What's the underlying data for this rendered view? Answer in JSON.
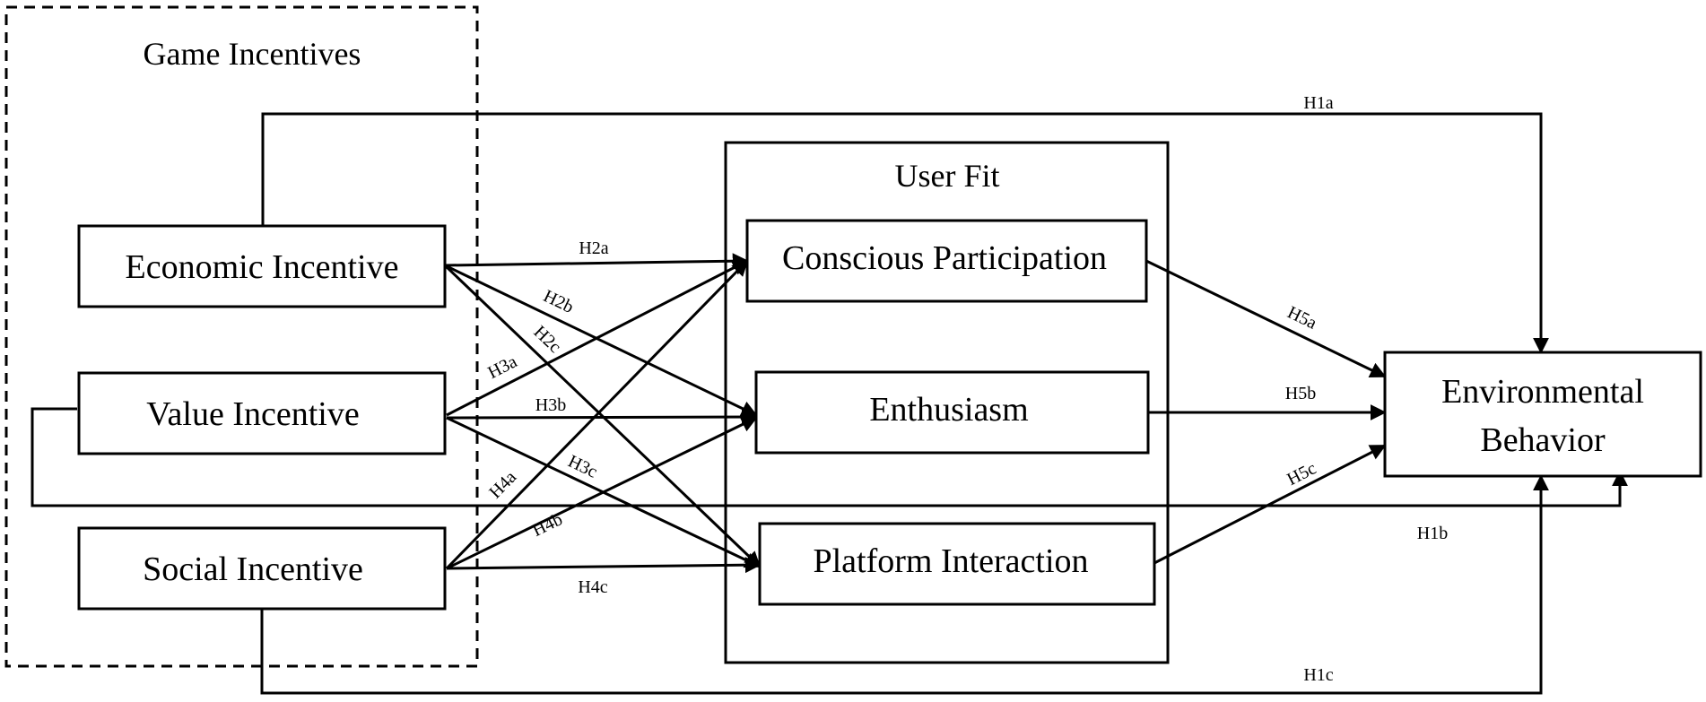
{
  "groups": {
    "game_incentives": "Game Incentives",
    "user_fit": "User Fit"
  },
  "nodes": {
    "economic": "Economic Incentive",
    "value": "Value Incentive",
    "social": "Social Incentive",
    "conscious": "Conscious Participation",
    "enthusiasm": "Enthusiasm",
    "platform": "Platform Interaction",
    "env_line1": "Environmental",
    "env_line2": "Behavior"
  },
  "hypotheses": {
    "h1a": "H1a",
    "h1b": "H1b",
    "h1c": "H1c",
    "h2a": "H2a",
    "h2b": "H2b",
    "h2c": "H2c",
    "h3a": "H3a",
    "h3b": "H3b",
    "h3c": "H3c",
    "h4a": "H4a",
    "h4b": "H4b",
    "h4c": "H4c",
    "h5a": "H5a",
    "h5b": "H5b",
    "h5c": "H5c"
  }
}
